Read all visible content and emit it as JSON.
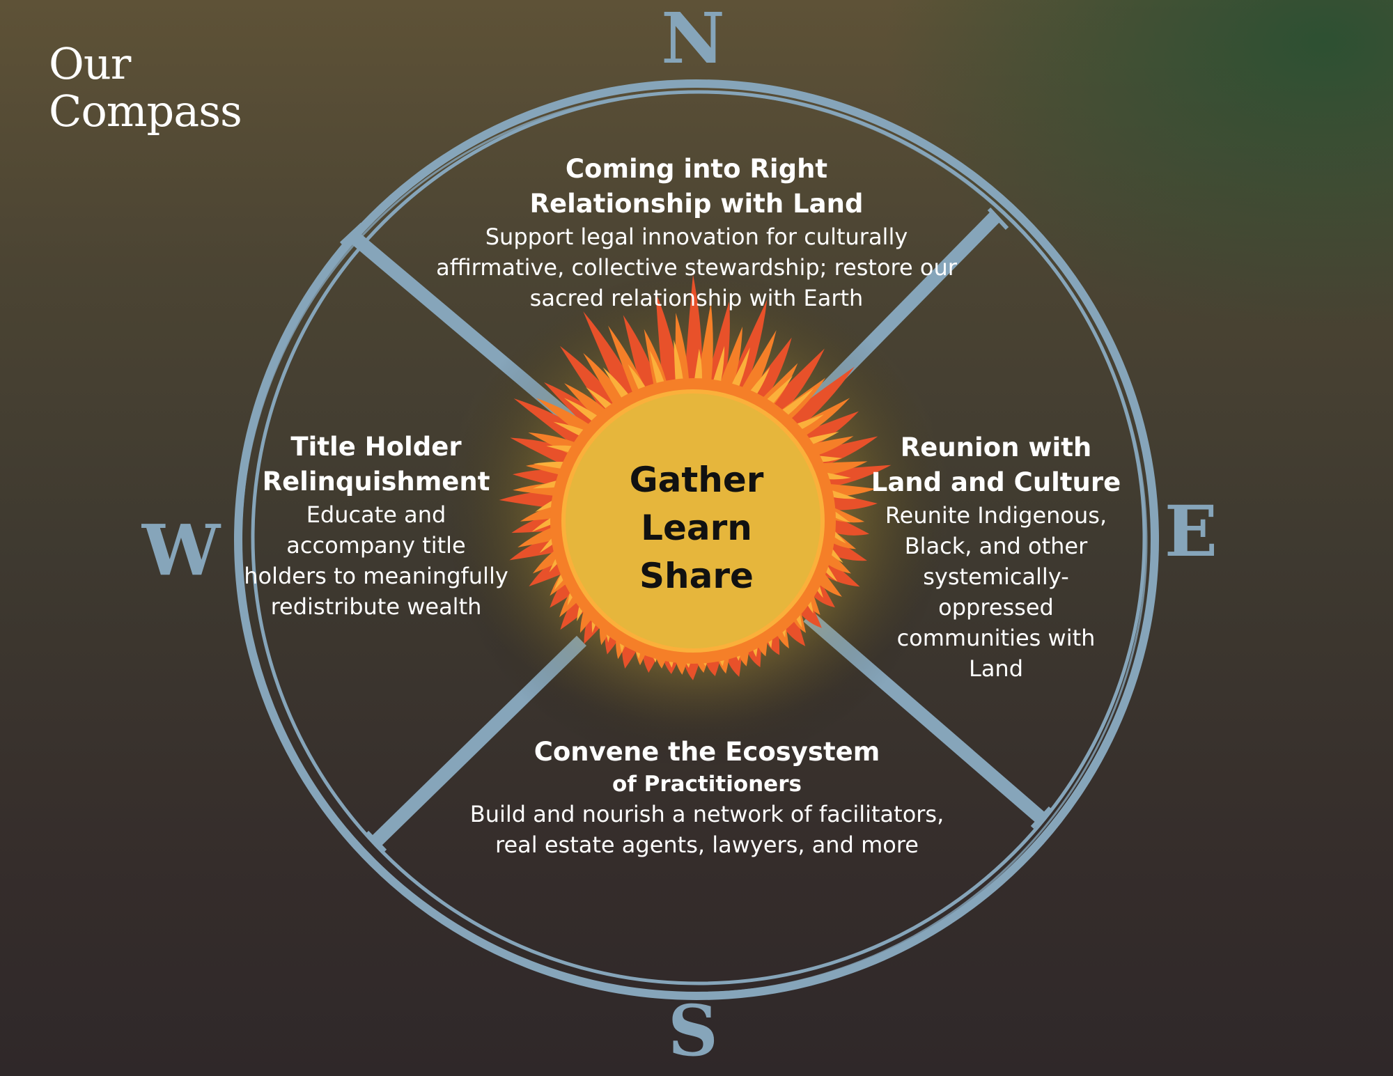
{
  "title": {
    "line1": "Our",
    "line2": "Compass"
  },
  "directions": {
    "north": "N",
    "south": "S",
    "east": "E",
    "west": "W"
  },
  "center": {
    "words": [
      "Gather",
      "Learn",
      "Share"
    ]
  },
  "quadrants": {
    "north": {
      "heading_line1": "Coming into Right",
      "heading_line2": "Relationship with Land",
      "desc_line1": "Support legal innovation for culturally",
      "desc_line2": "affirmative, collective stewardship; restore our",
      "desc_line3": "sacred relationship with Earth"
    },
    "west": {
      "heading_line1": "Title Holder",
      "heading_line2": "Relinquishment",
      "desc_line1": "Educate and",
      "desc_line2": "accompany title",
      "desc_line3": "holders to meaningfully",
      "desc_line4": "redistribute wealth"
    },
    "east": {
      "heading_line1": "Reunion with",
      "heading_line2": "Land and Culture",
      "desc_line1": "Reunite Indigenous,",
      "desc_line2": "Black, and other",
      "desc_line3": "systemically-",
      "desc_line4": "oppressed",
      "desc_line5": "communities with",
      "desc_line6": "Land"
    },
    "south": {
      "heading_line1": "Convene the Ecosystem",
      "heading_line2": "of Practitioners",
      "desc_line1": "Build and nourish a network of facilitators,",
      "desc_line2": "real estate agents, lawyers, and more"
    }
  },
  "colors": {
    "compass_stroke": "#86a5ba",
    "fire_core": "#e6b63c",
    "flame_outer": "#e8512a",
    "flame_mid": "#f57f28",
    "flame_inner": "#fbb03b"
  },
  "icons": {
    "center": "fire-ring-icon"
  }
}
